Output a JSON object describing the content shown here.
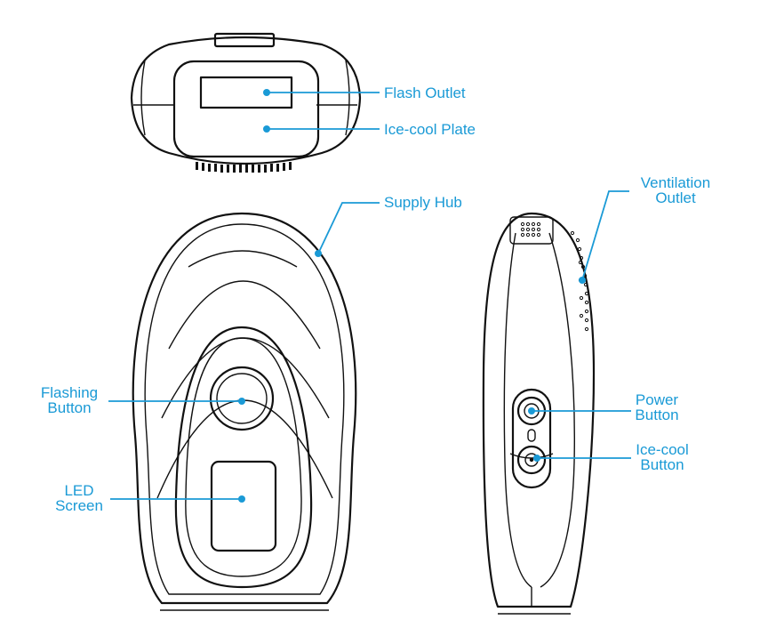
{
  "labels": {
    "flash_outlet": "Flash Outlet",
    "ice_cool_plate": "Ice-cool Plate",
    "supply_hub": "Supply Hub",
    "ventilation_outlet_1": "Ventilation",
    "ventilation_outlet_2": "Outlet",
    "flashing_button_1": "Flashing",
    "flashing_button_2": "Button",
    "led_screen_1": "LED",
    "led_screen_2": "Screen",
    "power_button_1": "Power",
    "power_button_2": "Button",
    "ice_cool_button_1": "Ice-cool",
    "ice_cool_button_2": "Button"
  },
  "colors": {
    "accent": "#1a9ad6",
    "outline": "#111111",
    "background": "#ffffff"
  }
}
